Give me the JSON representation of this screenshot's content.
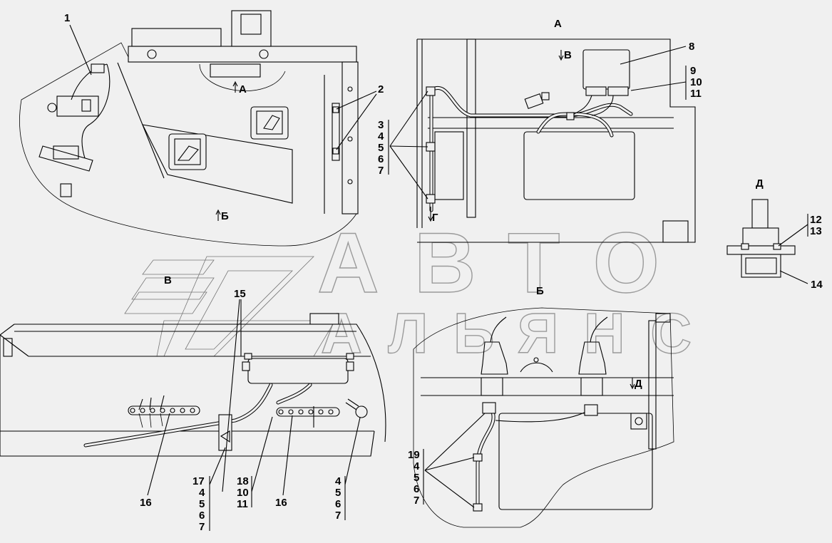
{
  "views": {
    "a": "А",
    "b": "Б",
    "v": "В",
    "d": "Д",
    "g": "Г"
  },
  "callouts": {
    "c1": "1",
    "c2": "2",
    "c3": [
      "3",
      "4",
      "5",
      "6",
      "7"
    ],
    "c8": "8",
    "c9": [
      "9",
      "10",
      "11"
    ],
    "c12": [
      "12",
      "13"
    ],
    "c14": "14",
    "c15": "15",
    "c16a": "16",
    "c16b": "16",
    "c17": [
      "17",
      "4",
      "5",
      "6",
      "7"
    ],
    "c18": [
      "18",
      "10",
      "11"
    ],
    "c4bottom": [
      "4",
      "5",
      "6",
      "7"
    ],
    "c19": [
      "19",
      "4",
      "5",
      "6",
      "7"
    ]
  },
  "watermark": {
    "line1": "АВТО",
    "line2": "АЛЬЯНС"
  }
}
